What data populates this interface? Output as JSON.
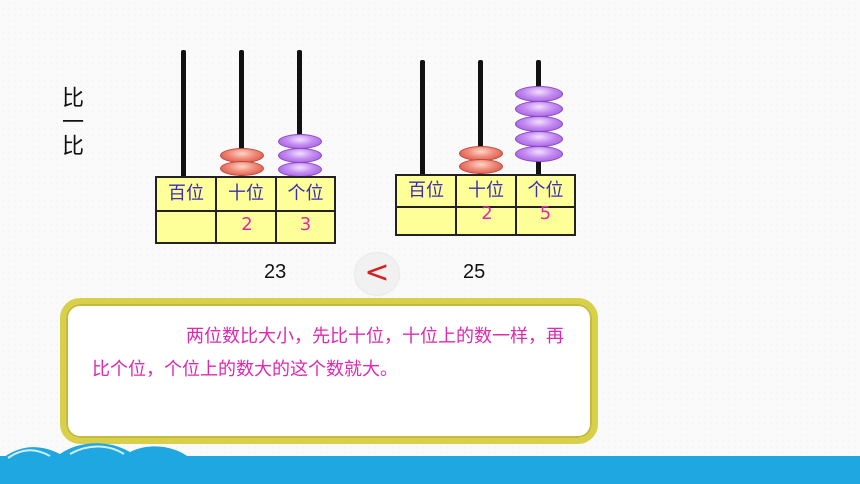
{
  "side_title": "比一比",
  "left_abacus": {
    "labels": [
      "百位",
      "十位",
      "个位"
    ],
    "digits": [
      "",
      "2",
      "3"
    ],
    "number": "23"
  },
  "right_abacus": {
    "labels": [
      "百位",
      "十位",
      "个位"
    ],
    "digits": [
      "",
      "2",
      "5"
    ],
    "number": "25"
  },
  "comparison": "<",
  "note": "两位数比大小，先比十位，十位上的数一样，再比个位，个位上的数大的这个数就大。",
  "colors": {
    "board": "#ffff99",
    "label": "#3a2fb0",
    "digit": "#e02aa8",
    "tens_bead": "#e8705f",
    "ones_bead": "#c48cf2",
    "compare_sign": "#d42020",
    "note_border": "#d9d04a",
    "note_text": "#e028b0",
    "footer": "#1ea7e1"
  }
}
